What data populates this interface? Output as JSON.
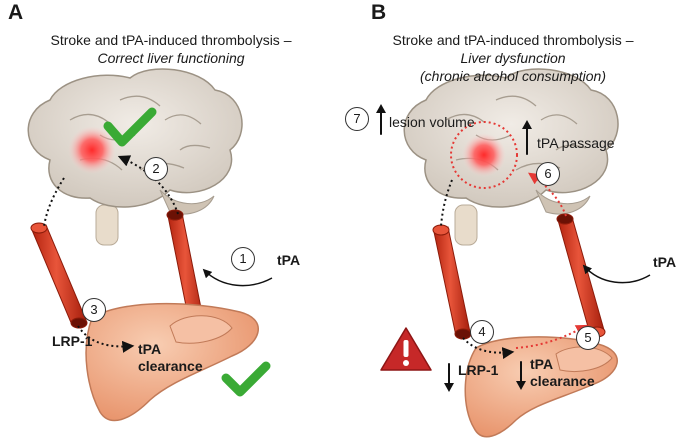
{
  "panel_a": {
    "letter": "A",
    "title": "Stroke and tPA-induced thrombolysis –",
    "subtitle": "Correct liver functioning",
    "steps": [
      "1",
      "2",
      "3"
    ],
    "tpa_label": "tPA",
    "receptor_label": "LRP-1",
    "clearance_line1": "tPA",
    "clearance_line2": "clearance"
  },
  "panel_b": {
    "letter": "B",
    "title": "Stroke and tPA-induced thrombolysis –",
    "subtitle_line1": "Liver dysfunction",
    "subtitle_line2": "(chronic alcohol consumption)",
    "steps": [
      "4",
      "5",
      "6",
      "7"
    ],
    "lesion_label": "lesion volume",
    "passage_label": "tPA passage",
    "tpa_label": "tPA",
    "receptor_label": "LRP-1",
    "clearance_line1": "tPA",
    "clearance_line2": "clearance"
  },
  "colors": {
    "check": "#3aaa35",
    "vessel": "#d63a22",
    "liver": "#f2b08e",
    "brain": "#ded7cf",
    "lesion": "#ff4444",
    "dysfunction_path": "#e53935",
    "warning": "#c62828"
  }
}
